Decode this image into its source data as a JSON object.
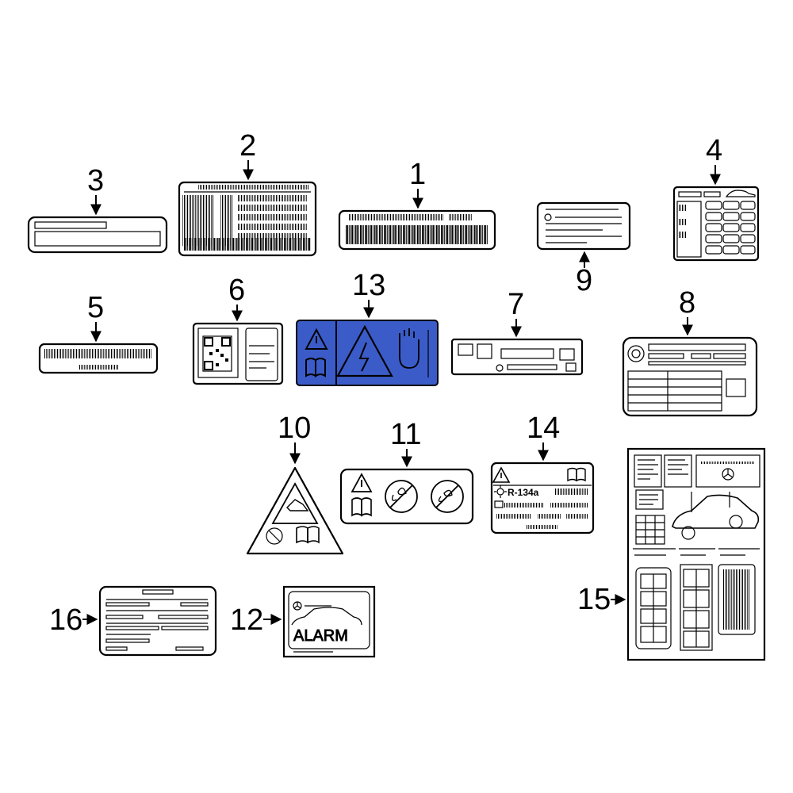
{
  "colors": {
    "background": "#ffffff",
    "line": "#000000",
    "part13_fill": "#3b5cc8"
  },
  "callouts": {
    "c1": "1",
    "c2": "2",
    "c3": "3",
    "c4": "4",
    "c5": "5",
    "c6": "6",
    "c7": "7",
    "c8": "8",
    "c9": "9",
    "c10": "10",
    "c11": "11",
    "c12": "12",
    "c13": "13",
    "c14": "14",
    "c15": "15",
    "c16": "16"
  },
  "label_texts": {
    "refrigerant": "R-134a",
    "alarm": "ALARM"
  },
  "icons": [
    "warning-triangle-icon",
    "manual-book-icon",
    "high-voltage-icon",
    "hand-icon",
    "no-fan-icon",
    "car-silhouette-icon",
    "star-logo-icon",
    "qr-code-icon"
  ]
}
